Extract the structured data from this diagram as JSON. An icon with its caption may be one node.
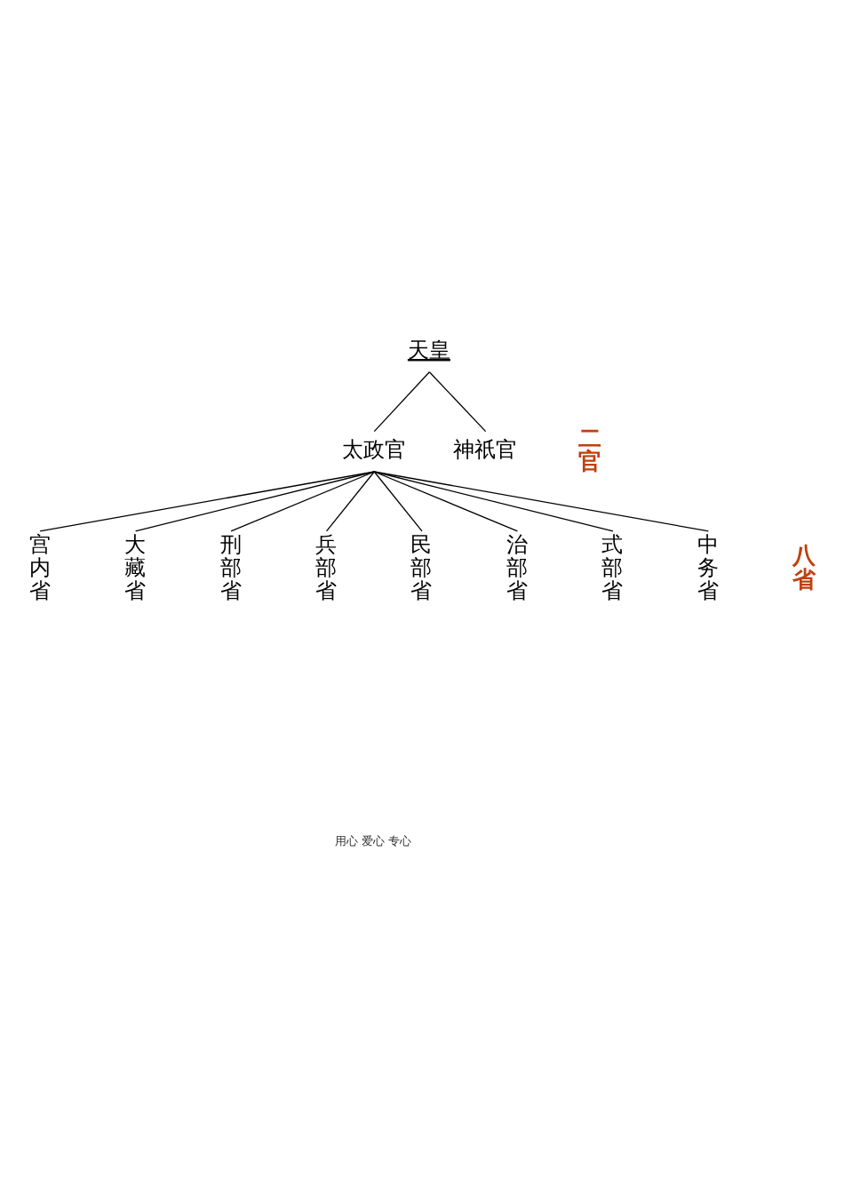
{
  "diagram": {
    "nodes": [
      {
        "text": [
          "天皇"
        ]
      },
      {
        "text": [
          "太政官"
        ]
      },
      {
        "text": [
          "神祇官"
        ]
      },
      {
        "text": [
          "宫内省"
        ]
      },
      {
        "text": [
          "大藏省"
        ]
      },
      {
        "text": [
          "刑部省"
        ]
      },
      {
        "text": [
          "兵部省"
        ]
      },
      {
        "text": [
          "民部省"
        ]
      },
      {
        "text": [
          "治部省"
        ]
      },
      {
        "text": [
          "式部省"
        ]
      },
      {
        "text": [
          "中务省"
        ]
      }
    ],
    "edges": [
      {
        "from": 0,
        "to": 1,
        "arrow": "none"
      },
      {
        "from": 0,
        "to": 2,
        "arrow": "none"
      },
      {
        "from": 1,
        "to": 3,
        "arrow": "none"
      },
      {
        "from": 1,
        "to": 4,
        "arrow": "none"
      },
      {
        "from": 1,
        "to": 5,
        "arrow": "none"
      },
      {
        "from": 1,
        "to": 6,
        "arrow": "none"
      },
      {
        "from": 1,
        "to": 7,
        "arrow": "none"
      },
      {
        "from": 1,
        "to": 8,
        "arrow": "none"
      },
      {
        "from": 1,
        "to": 9,
        "arrow": "none"
      },
      {
        "from": 1,
        "to": 10,
        "arrow": "none"
      }
    ],
    "labels": [
      "二官",
      "八省",
      "用心 爱心 专心"
    ]
  }
}
